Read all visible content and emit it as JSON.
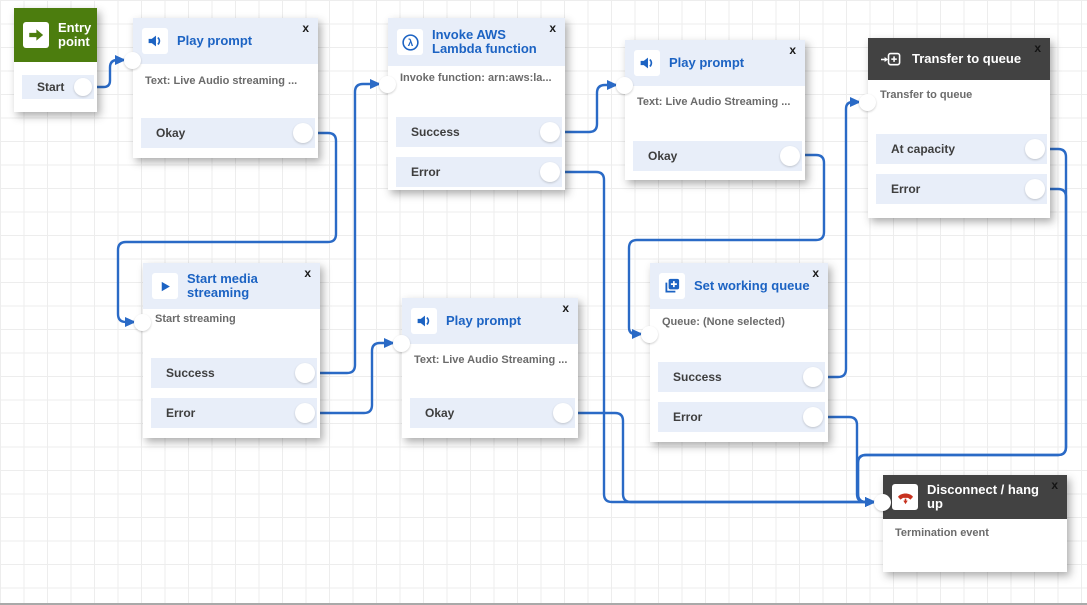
{
  "colors": {
    "accent_blue": "#1c63c3",
    "line_blue": "#2a6ac6",
    "dark_header": "#424242",
    "green_header": "#4c7d0e",
    "red": "#c7321f",
    "header_bg": "#e8eef9",
    "row_bg": "#e8eef9",
    "body_text": "#6b6b6b"
  },
  "nodes": [
    {
      "id": "entry",
      "title": "Entry point",
      "header_style": "green",
      "icon": "entry-arrow-icon",
      "closable": false,
      "close_label": "",
      "body_text": null,
      "outputs": [
        {
          "label": "Start"
        }
      ]
    },
    {
      "id": "play-prompt-1",
      "title": "Play prompt",
      "header_style": "light",
      "icon": "speaker-icon",
      "closable": true,
      "close_label": "x",
      "body_text": "Text: Live Audio streaming ...",
      "outputs": [
        {
          "label": "Okay"
        }
      ]
    },
    {
      "id": "invoke-lambda",
      "title": "Invoke AWS Lambda function",
      "header_style": "light",
      "icon": "lambda-icon",
      "closable": true,
      "close_label": "x",
      "body_text": "Invoke function: arn:aws:la...",
      "outputs": [
        {
          "label": "Success"
        },
        {
          "label": "Error"
        }
      ]
    },
    {
      "id": "play-prompt-3",
      "title": "Play prompt",
      "header_style": "light",
      "icon": "speaker-icon",
      "closable": true,
      "close_label": "x",
      "body_text": "Text: Live Audio Streaming ...",
      "outputs": [
        {
          "label": "Okay"
        }
      ]
    },
    {
      "id": "transfer-to-queue",
      "title": "Transfer to queue",
      "header_style": "dark",
      "icon": "transfer-queue-icon",
      "closable": true,
      "close_label": "x",
      "body_text": "Transfer to queue",
      "outputs": [
        {
          "label": "At capacity"
        },
        {
          "label": "Error"
        }
      ]
    },
    {
      "id": "start-media-streaming",
      "title": "Start media streaming",
      "header_style": "light",
      "icon": "play-icon",
      "closable": true,
      "close_label": "x",
      "body_text": "Start streaming",
      "outputs": [
        {
          "label": "Success"
        },
        {
          "label": "Error"
        }
      ]
    },
    {
      "id": "play-prompt-2",
      "title": "Play prompt",
      "header_style": "light",
      "icon": "speaker-icon",
      "closable": true,
      "close_label": "x",
      "body_text": "Text: Live Audio Streaming ...",
      "outputs": [
        {
          "label": "Okay"
        }
      ]
    },
    {
      "id": "set-working-queue",
      "title": "Set working queue",
      "header_style": "light",
      "icon": "add-queue-icon",
      "closable": true,
      "close_label": "x",
      "body_text": "Queue: (None selected)",
      "outputs": [
        {
          "label": "Success"
        },
        {
          "label": "Error"
        }
      ]
    },
    {
      "id": "disconnect",
      "title": "Disconnect / hang up",
      "header_style": "dark",
      "icon": "hangup-phone-icon",
      "closable": true,
      "close_label": "x",
      "body_text": "Termination event",
      "outputs": []
    }
  ],
  "edges": [
    {
      "from": "entry",
      "output": "Start",
      "to": "play-prompt-1"
    },
    {
      "from": "play-prompt-1",
      "output": "Okay",
      "to": "start-media-streaming"
    },
    {
      "from": "start-media-streaming",
      "output": "Success",
      "to": "invoke-lambda"
    },
    {
      "from": "start-media-streaming",
      "output": "Error",
      "to": "play-prompt-2"
    },
    {
      "from": "invoke-lambda",
      "output": "Success",
      "to": "play-prompt-3"
    },
    {
      "from": "invoke-lambda",
      "output": "Error",
      "to": "disconnect"
    },
    {
      "from": "play-prompt-3",
      "output": "Okay",
      "to": "set-working-queue"
    },
    {
      "from": "play-prompt-2",
      "output": "Okay",
      "to": "disconnect"
    },
    {
      "from": "set-working-queue",
      "output": "Success",
      "to": "transfer-to-queue"
    },
    {
      "from": "set-working-queue",
      "output": "Error",
      "to": "disconnect"
    },
    {
      "from": "transfer-to-queue",
      "output": "At capacity",
      "to": "disconnect"
    },
    {
      "from": "transfer-to-queue",
      "output": "Error",
      "to": "disconnect"
    }
  ]
}
